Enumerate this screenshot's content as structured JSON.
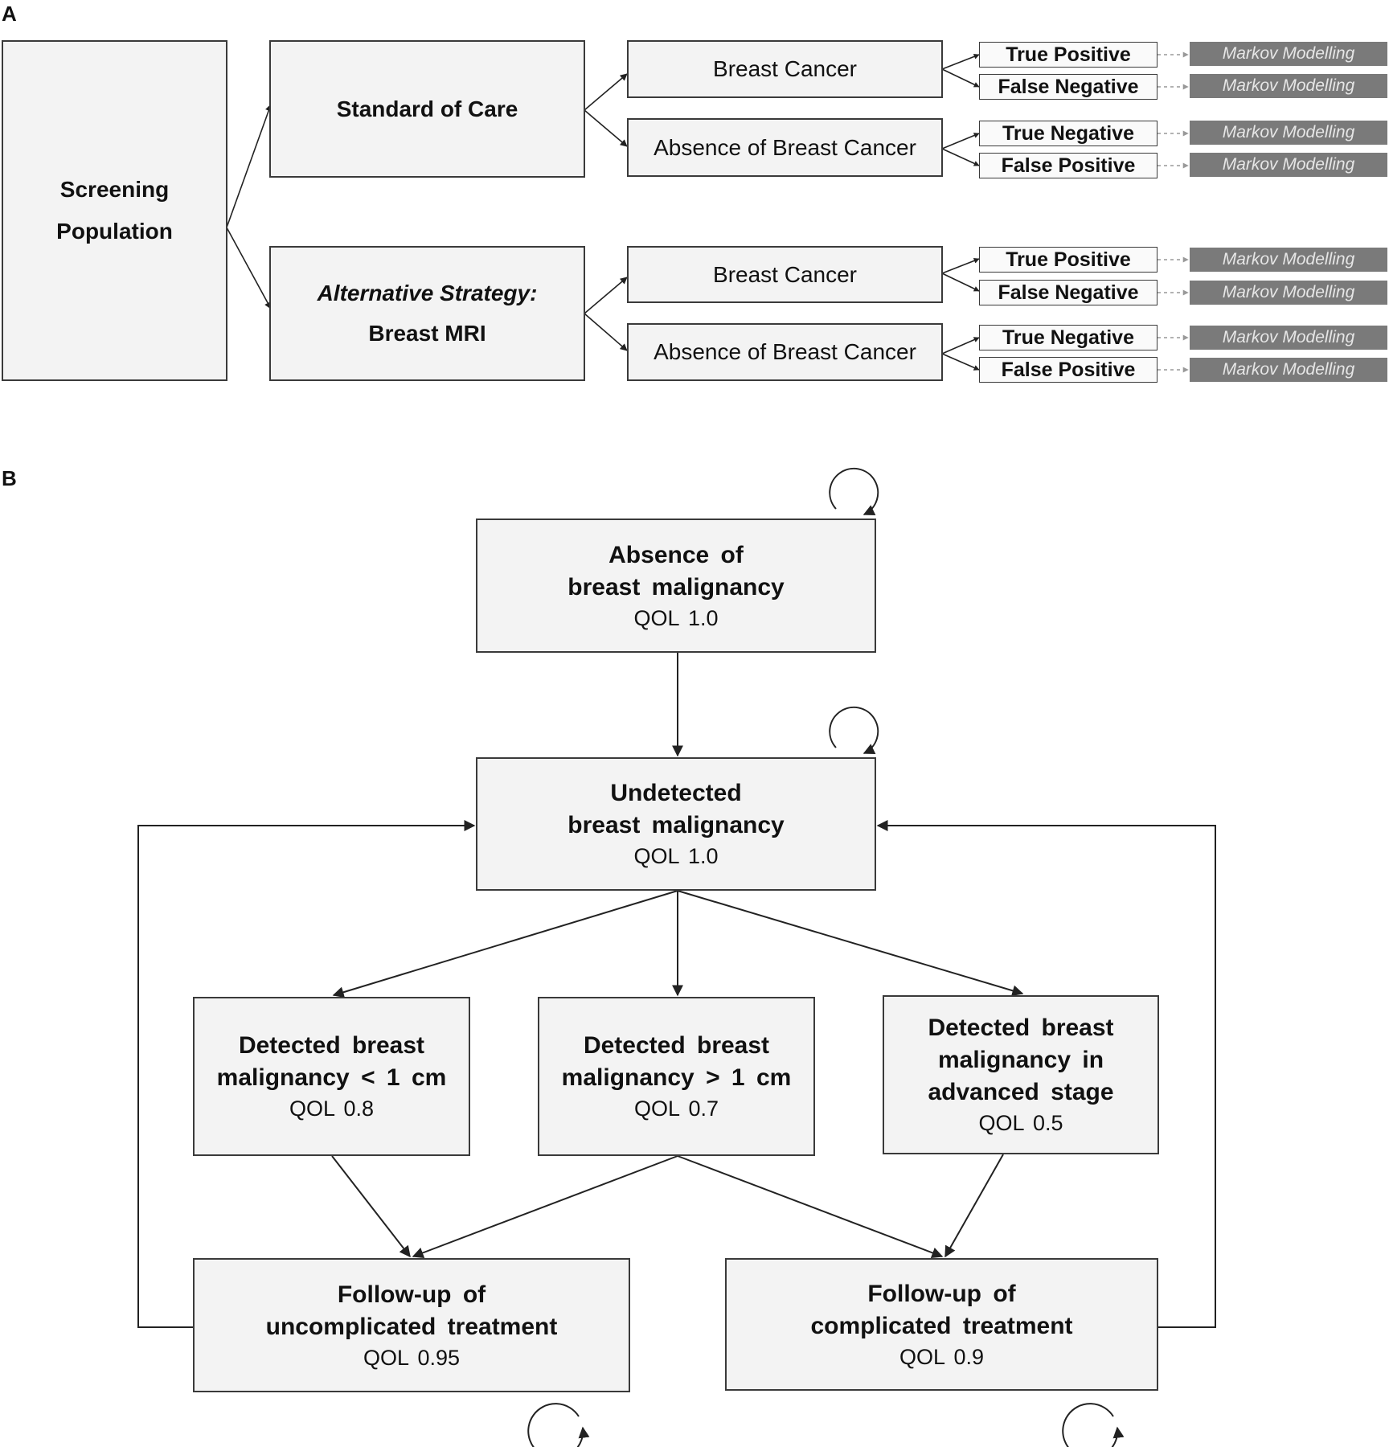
{
  "panels": {
    "a": "A",
    "b": "B"
  },
  "panel_a": {
    "population_line1": "Screening",
    "population_line2": "Population",
    "strategies": [
      {
        "title": "Standard of Care"
      },
      {
        "title_italic": "Alternative Strategy:",
        "title": "Breast MRI"
      }
    ],
    "diagnoses": [
      "Breast Cancer",
      "Absence of Breast Cancer",
      "Breast Cancer",
      "Absence of Breast Cancer"
    ],
    "results": [
      "True Positive",
      "False Negative",
      "True Negative",
      "False Positive",
      "True Positive",
      "False Negative",
      "True Negative",
      "False Positive"
    ],
    "markov_label": "Markov Modelling"
  },
  "panel_b": {
    "states": {
      "absence": {
        "line1": "Absence of",
        "line2": "breast malignancy",
        "qol": "QOL 1.0"
      },
      "undetected": {
        "line1": "Undetected",
        "line2": "breast malignancy",
        "qol": "QOL 1.0"
      },
      "detected_small": {
        "line1": "Detected breast",
        "line2": "malignancy < 1 cm",
        "qol": "QOL 0.8"
      },
      "detected_large": {
        "line1": "Detected breast",
        "line2": "malignancy > 1 cm",
        "qol": "QOL 0.7"
      },
      "detected_advanced": {
        "line1": "Detected breast",
        "line2": "malignancy in",
        "line3": "advanced stage",
        "qol": "QOL 0.5"
      },
      "followup_uncomplicated": {
        "line1": "Follow-up of",
        "line2": "uncomplicated treatment",
        "qol": "QOL 0.95"
      },
      "followup_complicated": {
        "line1": "Follow-up of",
        "line2": "complicated treatment",
        "qol": "QOL 0.9"
      }
    }
  }
}
